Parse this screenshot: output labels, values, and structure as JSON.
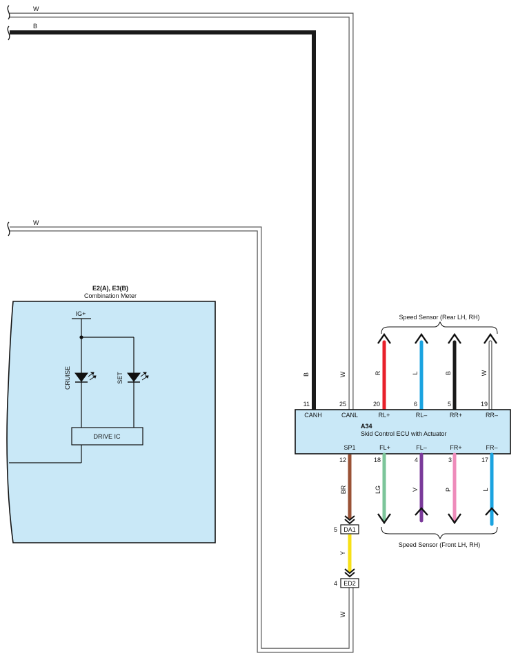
{
  "colors": {
    "background": "#ffffff",
    "box_fill": "#c9e8f7",
    "outline": "#111111",
    "wire_black": "#1a1a1a",
    "wire_white_edge": "#555555",
    "wire_red": "#e8202a",
    "wire_blue": "#1aa3e0",
    "wire_brown": "#9a5236",
    "wire_yellow": "#f7e017",
    "wire_lightgreen": "#7cc59a",
    "wire_violet": "#7a3a9a",
    "wire_pink": "#ee8cbb"
  },
  "wires": {
    "top_w": "W",
    "top_b": "B",
    "mid_w": "W",
    "canh_color": "B",
    "canl_color": "W",
    "sp1_color": "BR",
    "da1_ed2_color": "Y",
    "ed2_return_color": "W"
  },
  "meter": {
    "ids": "E2(A), E3(B)",
    "name": "Combination Meter",
    "ig_label": "IG+",
    "cruise_label": "CRUISE",
    "set_label": "SET",
    "drive_ic_label": "DRIVE IC"
  },
  "ecu": {
    "id": "A34",
    "name": "Skid Control ECU with Actuator",
    "top_pins": [
      {
        "name": "CANH",
        "num": "11"
      },
      {
        "name": "CANL",
        "num": "25"
      },
      {
        "name": "RL+",
        "num": "20",
        "wire": "R"
      },
      {
        "name": "RL–",
        "num": "6",
        "wire": "L"
      },
      {
        "name": "RR+",
        "num": "5",
        "wire": "B"
      },
      {
        "name": "RR–",
        "num": "19",
        "wire": "W"
      }
    ],
    "bottom_pins": [
      {
        "name": "SP1",
        "num": "12"
      },
      {
        "name": "FL+",
        "num": "18",
        "wire": "LG"
      },
      {
        "name": "FL–",
        "num": "4",
        "wire": "V"
      },
      {
        "name": "FR+",
        "num": "3",
        "wire": "P"
      },
      {
        "name": "FR–",
        "num": "17",
        "wire": "L"
      }
    ]
  },
  "sensors": {
    "rear_label": "Speed Sensor (Rear LH,  RH)",
    "front_label": "Speed Sensor (Front LH,  RH)"
  },
  "connectors": {
    "da1": {
      "label": "DA1",
      "pin": "5"
    },
    "ed2": {
      "label": "ED2",
      "pin": "4"
    }
  }
}
